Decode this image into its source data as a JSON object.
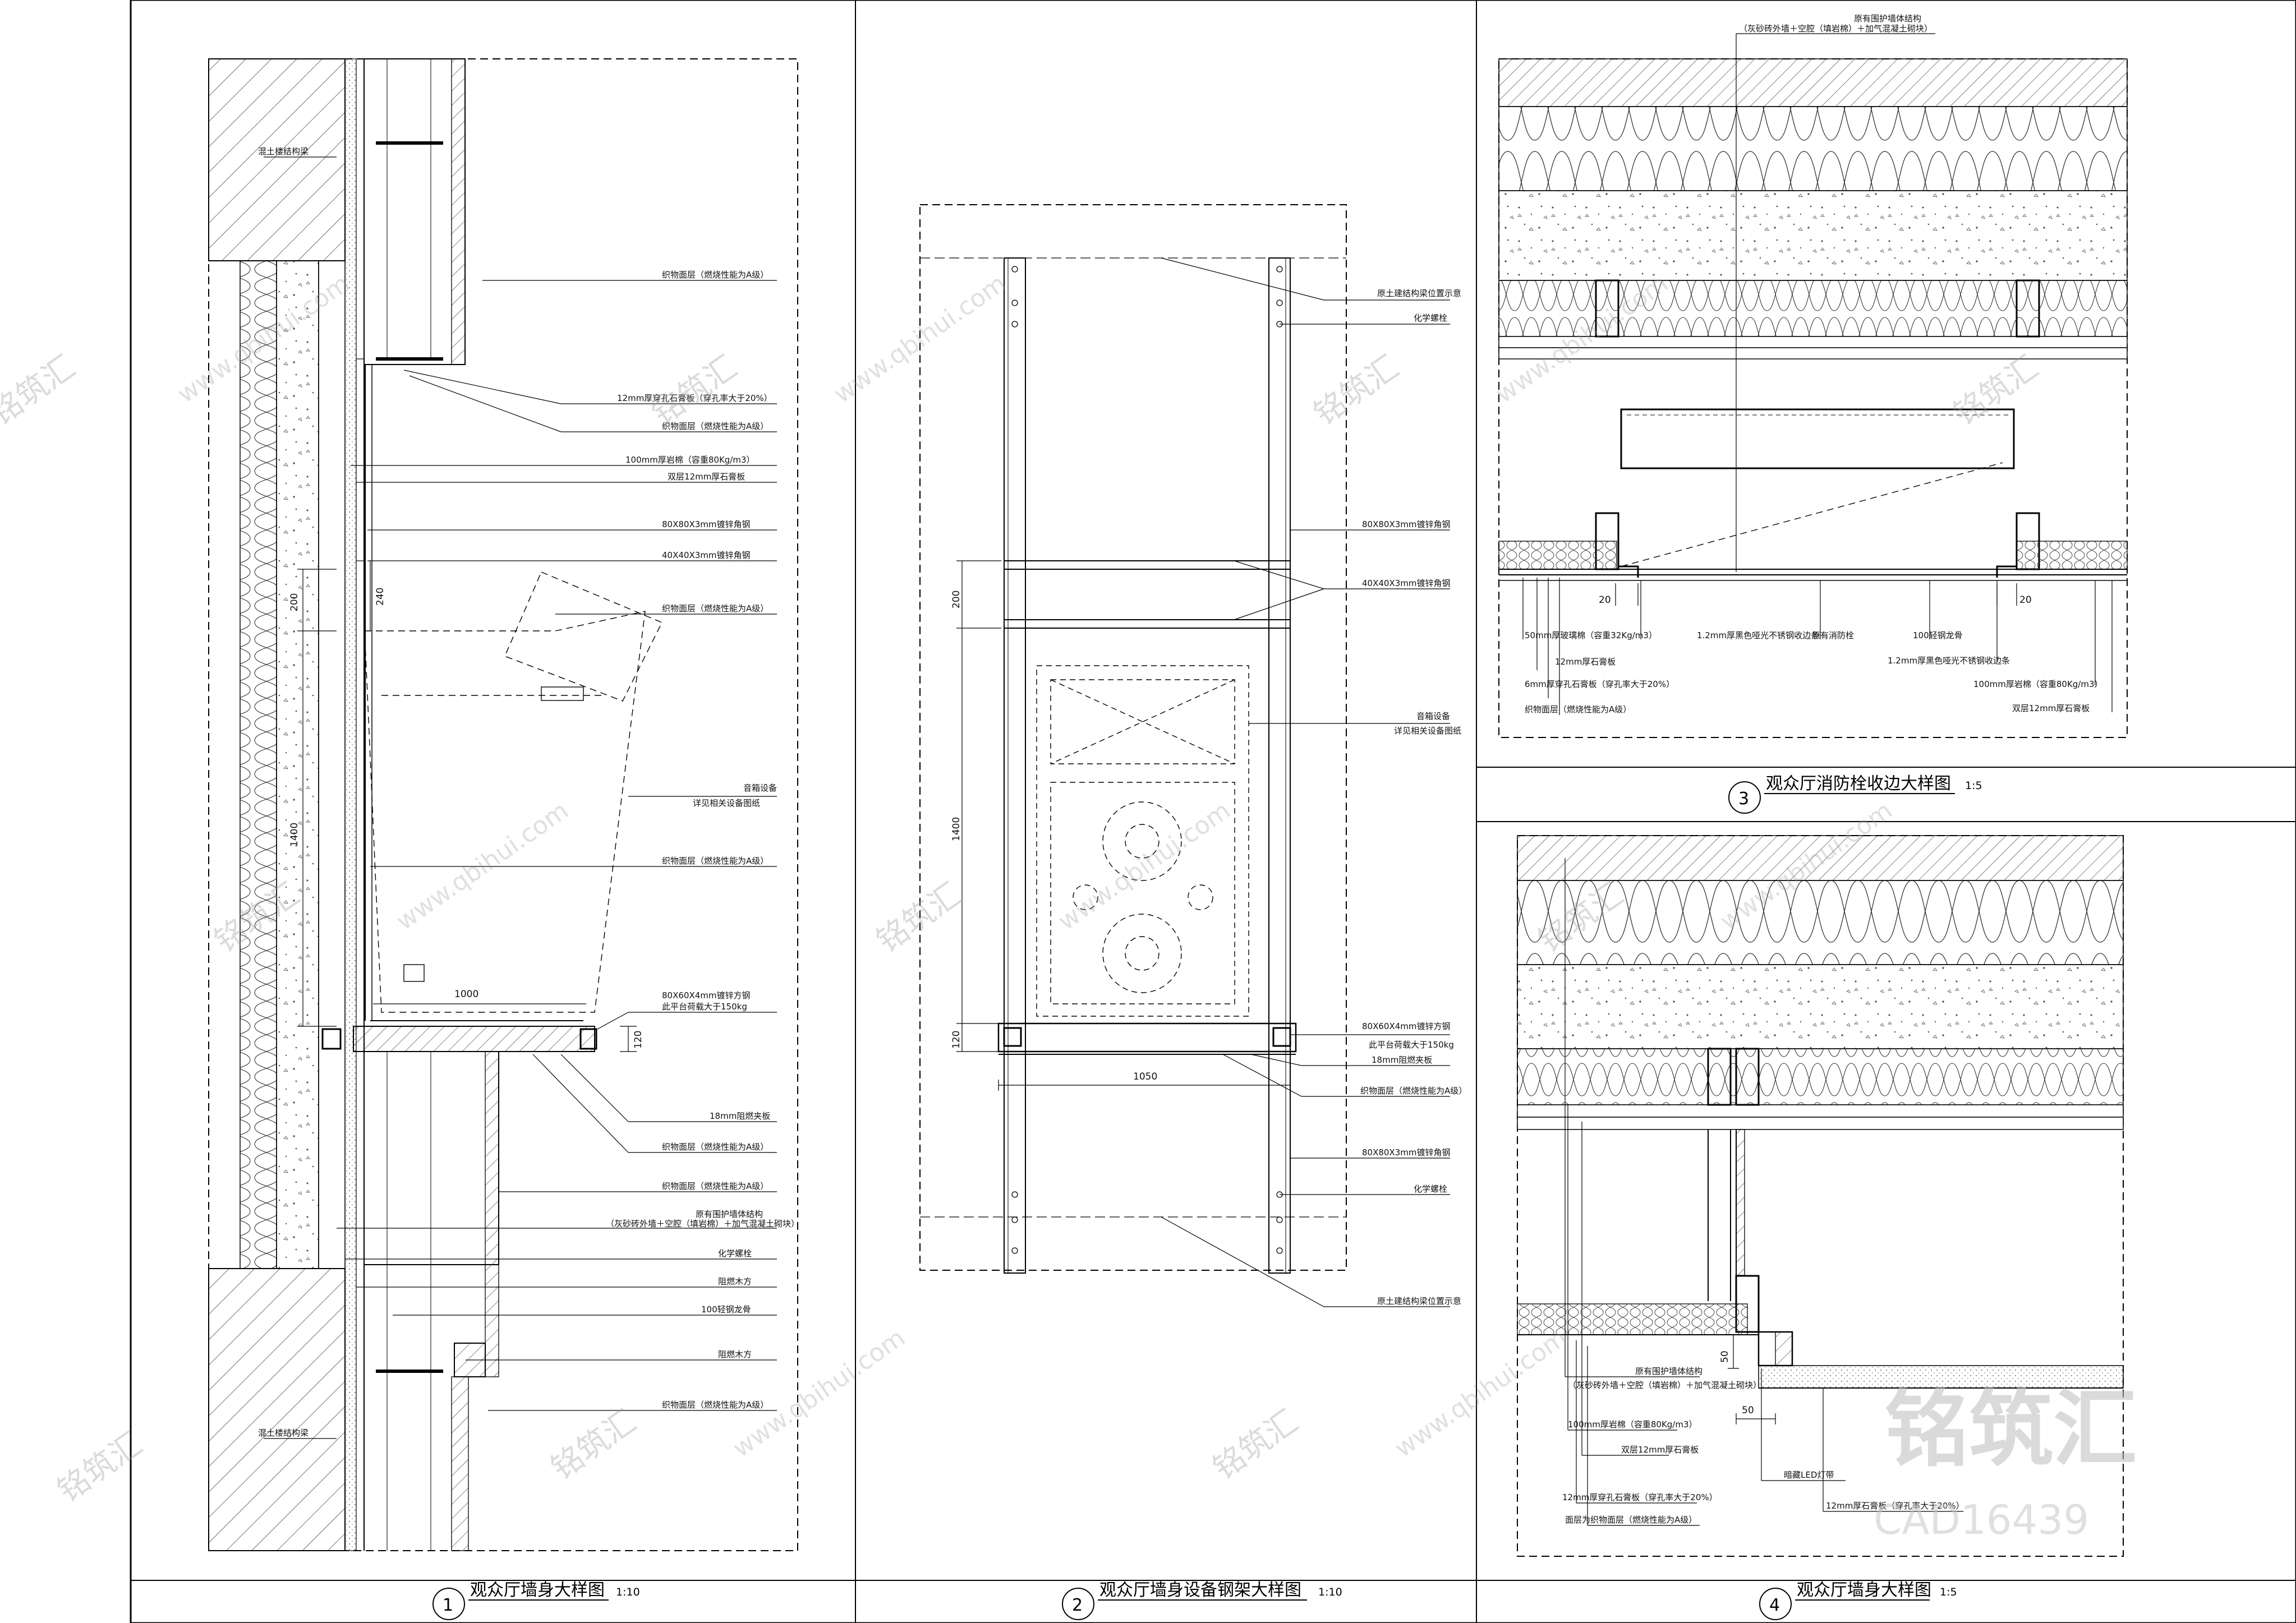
{
  "watermark": {
    "brand": "铭筑汇",
    "url": "www.qbihui.com",
    "code": "CAD16439"
  },
  "panel1": {
    "number": "1",
    "title": "观众厅墙身大样图",
    "scale": "1:10",
    "labels": {
      "l1": "混土楼结构梁",
      "l2": "织物面层（燃烧性能为A级）",
      "l3": "12mm厚穿孔石膏板（穿孔率大于20%）",
      "l4": "织物面层（燃烧性能为A级）",
      "l5": "100mm厚岩棉（容重80Kg/m3）",
      "l6": "双层12mm厚石膏板",
      "l7": "80X80X3mm镀锌角钢",
      "l8": "40X40X3mm镀锌角钢",
      "l9": "织物面层（燃烧性能为A级）",
      "l10": "音箱设备",
      "l11": "详见相关设备图纸",
      "l12": "织物面层（燃烧性能为A级）",
      "l13": "80X60X4mm镀锌方钢",
      "l14": "此平台荷载大于150kg",
      "l15": "18mm阻燃夹板",
      "l16": "织物面层（燃烧性能为A级）",
      "l17": "织物面层（燃烧性能为A级）",
      "l18": "原有围护墙体结构",
      "l19": "（灰砂砖外墙＋空腔（填岩棉）＋加气混凝土砌块）",
      "l20": "化学螺栓",
      "l21": "阻燃木方",
      "l22": "100轻钢龙骨",
      "l23": "阻燃木方",
      "l24": "织物面层（燃烧性能为A级）",
      "l25": "混土楼结构梁"
    },
    "dims": {
      "d200": "200",
      "d240": "240",
      "d1400": "1400",
      "d1000": "1000",
      "d120": "120"
    }
  },
  "panel2": {
    "number": "2",
    "title": "观众厅墙身设备钢架大样图",
    "scale": "1:10",
    "labels": {
      "l1": "原土建结构梁位置示意",
      "l2": "化学螺栓",
      "l3": "80X80X3mm镀锌角钢",
      "l4": "40X40X3mm镀锌角钢",
      "l5": "音箱设备",
      "l6": "详见相关设备图纸",
      "l7": "80X60X4mm镀锌方钢",
      "l8": "此平台荷载大于150kg",
      "l9": "18mm阻燃夹板",
      "l10": "织物面层（燃烧性能为A级）",
      "l11": "80X80X3mm镀锌角钢",
      "l12": "化学螺栓",
      "l13": "原土建结构梁位置示意"
    },
    "dims": {
      "d200": "200",
      "d1400": "1400",
      "d120": "120",
      "d1050": "1050"
    }
  },
  "panel3": {
    "number": "3",
    "title": "观众厅消防栓收边大样图",
    "scale": "1:5",
    "labels": {
      "l0": "原有围护墙体结构",
      "l0b": "（灰砂砖外墙＋空腔（填岩棉）＋加气混凝土砌块）",
      "l1": "50mm厚玻璃棉（容重32Kg/m3）",
      "l2": "1.2mm厚黑色哑光不锈钢收边条",
      "l3": "原有消防栓",
      "l4": "100轻钢龙骨",
      "l5": "12mm厚石膏板",
      "l6": "1.2mm厚黑色哑光不锈钢收边条",
      "l7": "6mm厚穿孔石膏板（穿孔率大于20%）",
      "l8": "100mm厚岩棉（容重80Kg/m3）",
      "l9": "织物面层（燃烧性能为A级）",
      "l10": "双层12mm厚石膏板"
    },
    "dims": {
      "d20a": "20",
      "d20b": "20"
    }
  },
  "panel4": {
    "number": "4",
    "title": "观众厅墙身大样图",
    "scale": "1:5",
    "labels": {
      "l1": "原有围护墙体结构",
      "l2": "（灰砂砖外墙＋空腔（填岩棉）＋加气混凝土砌块）",
      "l3": "100mm厚岩棉（容重80Kg/m3）",
      "l4": "双层12mm厚石膏板",
      "l5": "暗藏LED灯带",
      "l6": "12mm厚穿孔石膏板（穿孔率大于20%）",
      "l7": "12mm厚石膏板（穿孔率大于20%）",
      "l8": "面层为织物面层（燃烧性能为A级）"
    },
    "dims": {
      "d50a": "50",
      "d50b": "50"
    }
  }
}
